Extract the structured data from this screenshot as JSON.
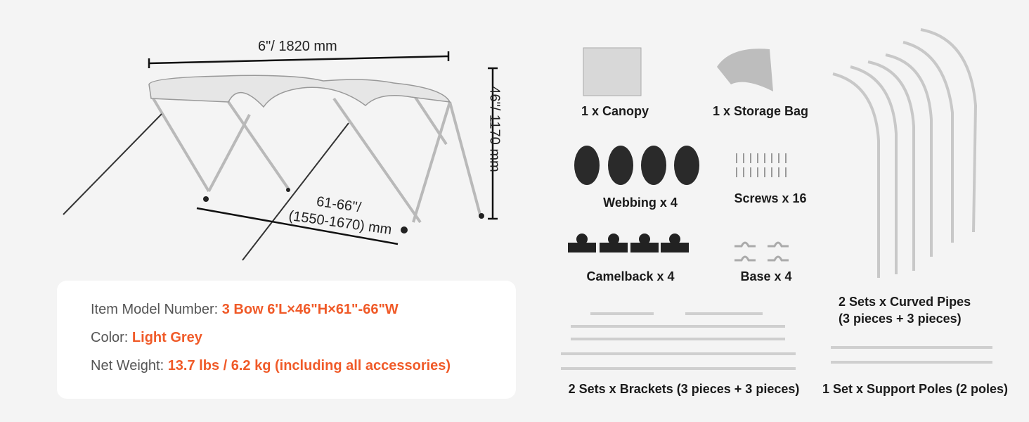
{
  "dimensions": {
    "length": "6\"/ 1820 mm",
    "height": "46\"/ 1170 mm",
    "width_line1": "61-66\"/",
    "width_line2": "(1550-1670) mm"
  },
  "specs": {
    "model_label": "Item Model Number:",
    "model_value": "3 Bow  6'L×46\"H×61\"-66\"W",
    "color_label": "Color:",
    "color_value": "Light Grey",
    "weight_label": "Net Weight:",
    "weight_value": "13.7 lbs / 6.2 kg  (including all accessories)"
  },
  "parts": {
    "canopy": "1 x Canopy",
    "storage_bag": "1 x Storage Bag",
    "webbing": "Webbing x 4",
    "screws": "Screws x 16",
    "camelback": "Camelback x 4",
    "base": "Base x 4",
    "curved_pipes_1": "2 Sets x Curved Pipes",
    "curved_pipes_2": "(3 pieces + 3 pieces)",
    "brackets": "2 Sets x Brackets (3 pieces + 3 pieces)",
    "support_poles": "1 Set x Support Poles (2 poles)"
  },
  "colors": {
    "accent": "#f05a28",
    "label": "#555555",
    "background": "#f4f4f4"
  }
}
